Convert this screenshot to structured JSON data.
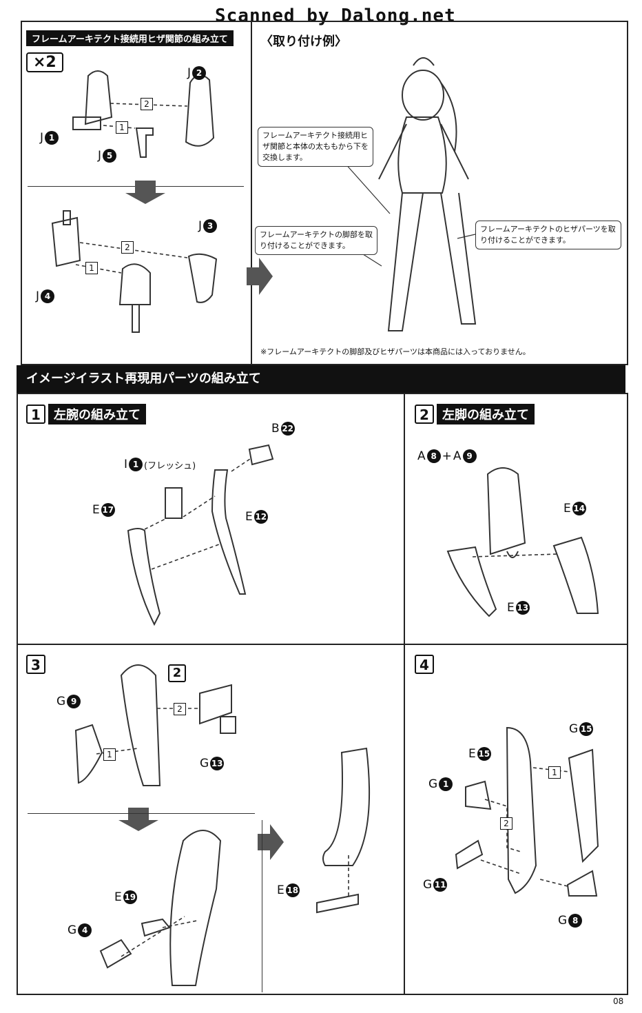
{
  "header": {
    "watermark": "Scanned by Dalong.net"
  },
  "top_left": {
    "title": "フレームアーキテクト接続用ヒザ関節の組み立て",
    "multiplier": "×2",
    "labels": {
      "j1": "J",
      "j2": "J",
      "j3": "J",
      "j4": "J",
      "j5": "J"
    },
    "nums": {
      "n1": "1",
      "n2": "2",
      "n3": "3",
      "n4": "4",
      "n5": "5"
    },
    "subs": {
      "s1": "1",
      "s2": "2",
      "s3": "1",
      "s4": "2"
    }
  },
  "top_right": {
    "title": "〈取り付け例〉",
    "callout1": "フレームアーキテクト接続用ヒザ関節と本体の太ももから下を交換します。",
    "callout2": "フレームアーキテクトの脚部を取り付けることができます。",
    "callout3": "フレームアーキテクトのヒザパーツを取り付けることができます。",
    "note": "※フレームアーキテクトの脚部及びヒザパーツは本商品には入っておりません。"
  },
  "section": {
    "title": "イメージイラスト再現用パーツの組み立て"
  },
  "step1": {
    "num": "1",
    "title": "左腕の組み立て",
    "i_letter": "I",
    "i_num": "1",
    "i_note": "(フレッシュ)",
    "b_letter": "B",
    "b_num": "22",
    "e17_letter": "E",
    "e17_num": "17",
    "e12_letter": "E",
    "e12_num": "12"
  },
  "step2": {
    "num": "2",
    "title": "左脚の組み立て",
    "a8_letter": "A",
    "a8_num": "8",
    "plus": "+",
    "a9_letter": "A",
    "a9_num": "9",
    "e14_letter": "E",
    "e14_num": "14",
    "e13_letter": "E",
    "e13_num": "13"
  },
  "step3": {
    "num": "3",
    "ref": "2",
    "g9_letter": "G",
    "g9_num": "9",
    "g13_letter": "G",
    "g13_num": "13",
    "e19_letter": "E",
    "e19_num": "19",
    "g4_letter": "G",
    "g4_num": "4",
    "e18_letter": "E",
    "e18_num": "18",
    "sub1": "1",
    "sub2": "2"
  },
  "step4": {
    "num": "4",
    "g15_letter": "G",
    "g15_num": "15",
    "e15_letter": "E",
    "e15_num": "15",
    "g1_letter": "G",
    "g1_num": "1",
    "g11_letter": "G",
    "g11_num": "11",
    "g8_letter": "G",
    "g8_num": "8",
    "sub1": "1",
    "sub2": "2"
  },
  "footer": {
    "page": "08"
  }
}
